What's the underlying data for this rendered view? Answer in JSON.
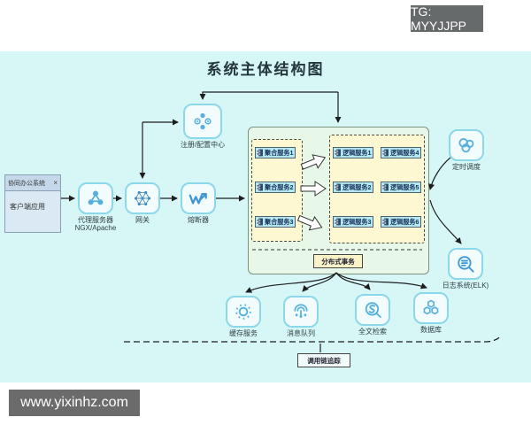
{
  "header": {
    "tg_badge": "TG: MYYJJPP"
  },
  "footer": {
    "site_badge": "www.yixinhz.com"
  },
  "diagram": {
    "title": "系统主体结构图",
    "client_window": {
      "titlebar": "协同办公系统",
      "close_glyph": "×",
      "body_label": "客户端应用"
    },
    "nodes": {
      "proxy_line1": "代理服务器",
      "proxy_line2": "NGX/Apache",
      "gateway": "网关",
      "breaker": "熔断器",
      "registry": "注册/配置中心",
      "scheduler": "定时调度",
      "log_system": "日志系统(ELK)",
      "cache": "缓存服务",
      "message_queue": "消息队列",
      "fulltext_search": "全文检索",
      "database": "数据库"
    },
    "services": {
      "agg": [
        "聚合服务1",
        "聚合服务2",
        "聚合服务3"
      ],
      "logic_left": [
        "逻辑服务1",
        "逻辑服务2",
        "逻辑服务3"
      ],
      "logic_right": [
        "逻辑服务4",
        "逻辑服务5",
        "逻辑服务6"
      ]
    },
    "labels": {
      "distributed_tx": "分布式事务",
      "call_chain_tracing": "调用链追踪"
    },
    "colors": {
      "canvas": "#d7f7f7",
      "main_box_fill": "#e7f8e9",
      "service_group_fill": "#fdf8d2",
      "chip_fill": "#b5eaf3",
      "tile_border": "#8bd8ea",
      "icon_stroke": "#55b0de",
      "badge_bg": "#666a6a"
    }
  }
}
